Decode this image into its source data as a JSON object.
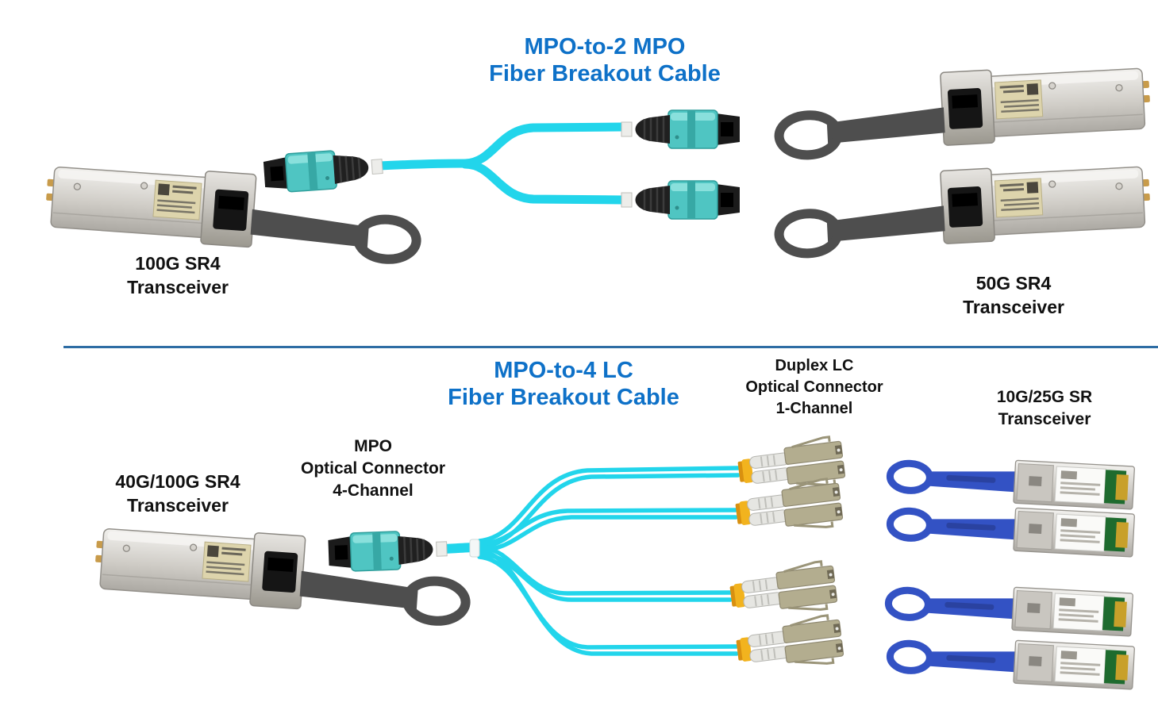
{
  "colors": {
    "accent_blue": "#0E71C8",
    "divider_blue": "#2E6DA4",
    "fiber_aqua": "#22D5EB",
    "mpo_connector_teal": "#4FC5C2",
    "sfp_pull_tab_blue": "#3352C4",
    "qsfp_pull_tab_gray": "#4E4E4E",
    "lc_connector_tan": "#B3AD8F",
    "lc_clip_yellow": "#F2B31E"
  },
  "top_section": {
    "title_line1": "MPO-to-2 MPO",
    "title_line2": "Fiber Breakout Cable",
    "left_transceiver_label_line1": "100G SR4",
    "left_transceiver_label_line2": "Transceiver",
    "right_transceiver_label_line1": "50G SR4",
    "right_transceiver_label_line2": "Transceiver"
  },
  "bottom_section": {
    "title_line1": "MPO-to-4 LC",
    "title_line2": "Fiber Breakout Cable",
    "left_transceiver_label_line1": "40G/100G SR4",
    "left_transceiver_label_line2": "Transceiver",
    "mpo_connector_label_line1": "MPO",
    "mpo_connector_label_line2": "Optical Connector",
    "mpo_connector_label_line3": "4-Channel",
    "lc_connector_label_line1": "Duplex LC",
    "lc_connector_label_line2": "Optical Connector",
    "lc_connector_label_line3": "1-Channel",
    "right_transceiver_label_line1": "10G/25G SR",
    "right_transceiver_label_line2": "Transceiver"
  }
}
